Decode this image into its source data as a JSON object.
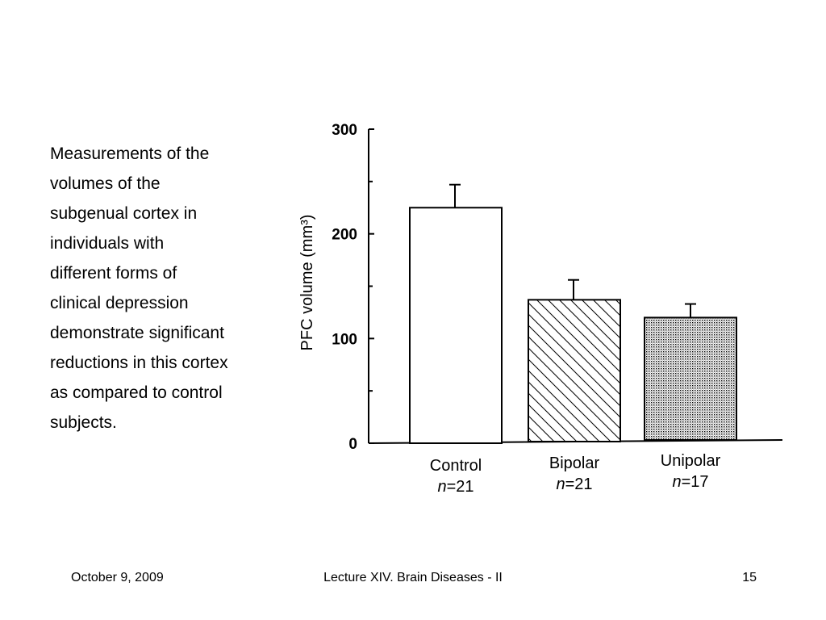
{
  "slide": {
    "body_lines": [
      "Measurements of the",
      "volumes of the",
      "subgenual cortex in",
      "individuals with",
      "different forms of",
      "clinical depression",
      "demonstrate significant",
      "reductions in this cortex",
      "as compared to control",
      "subjects."
    ]
  },
  "footer": {
    "date": "October 9, 2009",
    "title": "Lecture XIV. Brain Diseases - II",
    "page": "15"
  },
  "chart_data": {
    "type": "bar",
    "title": "",
    "ylabel": "PFC volume (mm³)",
    "xlabel": "",
    "ylim": [
      0,
      300
    ],
    "yticks": [
      0,
      100,
      200,
      300
    ],
    "categories": [
      "Control",
      "Bipolar",
      "Unipolar"
    ],
    "n_labels": [
      "n=21",
      "n=21",
      "n=17"
    ],
    "values": [
      225,
      137,
      120
    ],
    "error_upper": [
      247,
      156,
      133
    ],
    "fills": [
      "solid-white",
      "diagonal-hatch",
      "dotted-stipple"
    ],
    "colors": {
      "stroke": "#000000",
      "fill": "#ffffff"
    },
    "grid": false,
    "legend": "none"
  }
}
